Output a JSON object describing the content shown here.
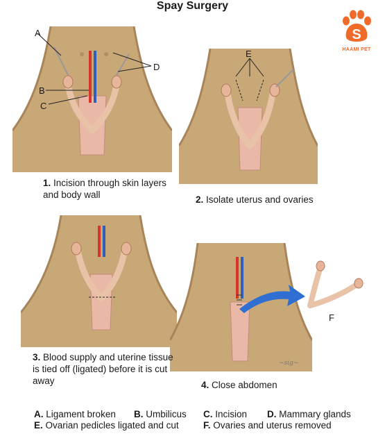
{
  "title": "Spay Surgery",
  "logo": {
    "text": "HAAMI PET",
    "color": "#f06a2a"
  },
  "colors": {
    "skin": "#c9a878",
    "skin_dark": "#a8845a",
    "uterus": "#e9b8a6",
    "artery": "#d9342b",
    "vein": "#2f5fb8",
    "arrow": "#2f6fd1"
  },
  "panels": [
    {
      "num": "1.",
      "caption": "Incision through skin layers and body wall"
    },
    {
      "num": "2.",
      "caption": "Isolate uterus and ovaries"
    },
    {
      "num": "3.",
      "caption": "Blood supply and uterine tissue is tied off (ligated) before it is cut away"
    },
    {
      "num": "4.",
      "caption": "Close abdomen"
    }
  ],
  "letters": {
    "A": "A",
    "B": "B",
    "C": "C",
    "D": "D",
    "E": "E",
    "F": "F"
  },
  "legend": [
    {
      "key": "A.",
      "text": "Ligament broken"
    },
    {
      "key": "B.",
      "text": "Umbilicus"
    },
    {
      "key": "C.",
      "text": "Incision"
    },
    {
      "key": "D.",
      "text": "Mammary glands"
    },
    {
      "key": "E.",
      "text": "Ovarian pedicles ligated and cut"
    },
    {
      "key": "F.",
      "text": "Ovaries and uterus removed"
    }
  ]
}
